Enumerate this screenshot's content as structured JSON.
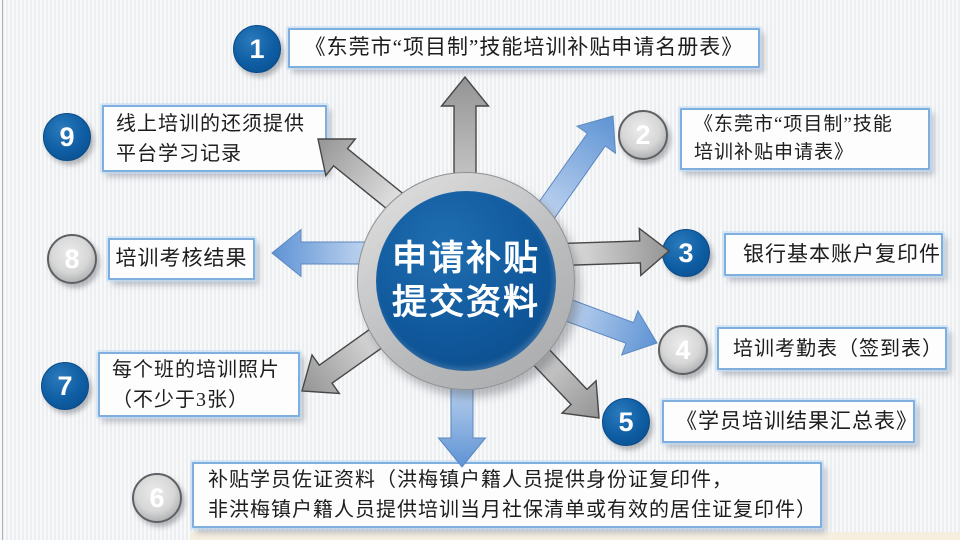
{
  "center": {
    "lines": [
      "申请补贴",
      "提交资料"
    ]
  },
  "items": [
    {
      "num": "1",
      "lines": [
        "《东莞市“项目制”技能培训补贴申请名册表》"
      ]
    },
    {
      "num": "2",
      "lines": [
        "《东莞市“项目制”技能",
        "培训补贴申请表》"
      ]
    },
    {
      "num": "3",
      "lines": [
        "银行基本账户复印件"
      ]
    },
    {
      "num": "4",
      "lines": [
        "培训考勤表（签到表）"
      ]
    },
    {
      "num": "5",
      "lines": [
        "《学员培训结果汇总表》"
      ]
    },
    {
      "num": "6",
      "lines": [
        "补贴学员佐证资料（洪梅镇户籍人员提供身份证复印件，",
        "非洪梅镇户籍人员提供培训当月社保清单或有效的居住证复印件）"
      ]
    },
    {
      "num": "7",
      "lines": [
        "每个班的培训照片",
        "（不少于3张）"
      ]
    },
    {
      "num": "8",
      "lines": [
        "培训考核结果"
      ]
    },
    {
      "num": "9",
      "lines": [
        "线上培训的还须提供",
        "平台学习记录"
      ]
    }
  ],
  "colors": {
    "badge_blue": "#0e5da3",
    "badge_silver": "#d7d7d7",
    "box_border": "#7fafdf",
    "center_blue": "#10589c",
    "ring_gray": "#b9babc",
    "arrow_gray_light": "#f0f0f0",
    "arrow_gray_dark": "#949494",
    "arrow_blue_light": "#dfe9f8",
    "arrow_blue_dark": "#5e93d4",
    "background": "#f3f4f6"
  }
}
